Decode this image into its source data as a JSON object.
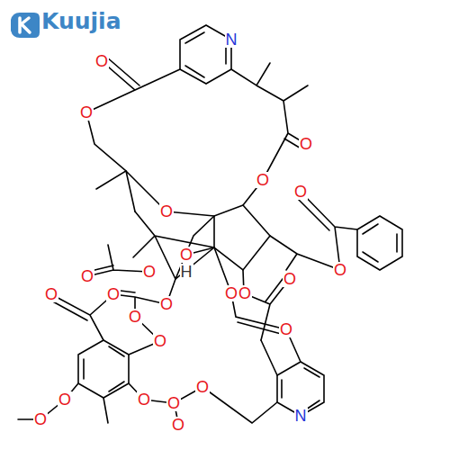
{
  "diagram": {
    "labels": [
      "Kuujia",
      "O",
      "N",
      "O",
      "O",
      "O",
      "O",
      "O",
      "O",
      "O",
      "H",
      "O",
      "O",
      "O",
      "O",
      "O",
      "O",
      "O",
      "O",
      "O",
      "O",
      "O",
      "O",
      "O",
      "O",
      "O",
      "O",
      "O",
      "N"
    ]
  }
}
